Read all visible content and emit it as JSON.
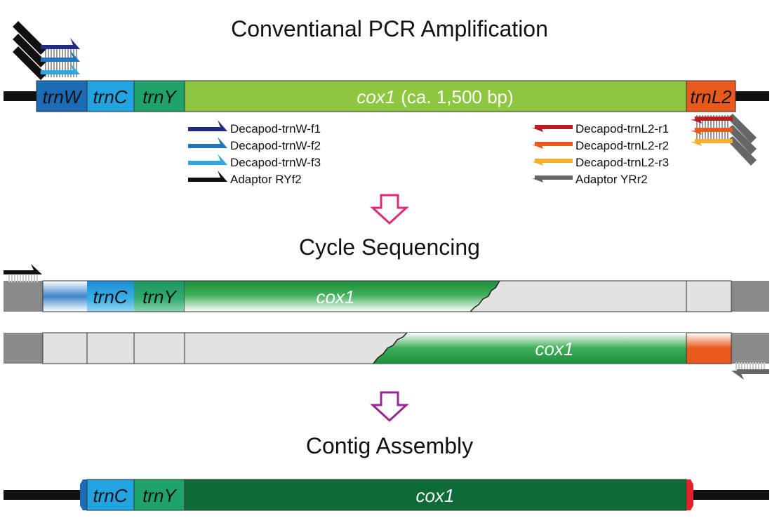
{
  "titles": {
    "pcr": "Conventianal PCR Amplification",
    "cycle": "Cycle Sequencing",
    "contig": "Contig Assembly"
  },
  "pcr": {
    "segments": {
      "trnW": "trnW",
      "trnC": "trnC",
      "trnY": "trnY",
      "cox1_italic": "cox1",
      "cox1_size": "(ca. 1,500 bp)",
      "trnL2": "trnL2"
    }
  },
  "legend_forward": [
    {
      "label": "Decapod-trnW-f1",
      "color": "#232C84"
    },
    {
      "label": "Decapod-trnW-f2",
      "color": "#1F74BC"
    },
    {
      "label": "Decapod-trnW-f3",
      "color": "#2EA8E0"
    },
    {
      "label": "Adaptor RYf2",
      "color": "#111111"
    }
  ],
  "legend_reverse": [
    {
      "label": "Decapod-trnL2-r1",
      "color": "#B61E24"
    },
    {
      "label": "Decapod-trnL2-r2",
      "color": "#E85A1C"
    },
    {
      "label": "Decapod-trnL2-r3",
      "color": "#F6AE2D"
    },
    {
      "label": "Adaptor YRr2",
      "color": "#666666"
    }
  ],
  "cycle": {
    "forward": {
      "trnC": "trnC",
      "trnY": "trnY",
      "cox1": "cox1"
    },
    "reverse": {
      "cox1": "cox1"
    }
  },
  "contig": {
    "trnC": "trnC",
    "trnY": "trnY",
    "cox1": "cox1"
  },
  "colors": {
    "trnW": "#1B6BB5",
    "trnC": "#22A4E0",
    "trnY": "#1FA36A",
    "cox1_pcr": "#8DC63F",
    "trnL2": "#E85A1C",
    "cox1_green": "#1E8E3E",
    "cox1_dark": "#0E6B38",
    "grey_block": "#8A8A8A",
    "light_grey": "#E2E2E2",
    "arrow_pink": "#E0297A",
    "arrow_purple": "#9A2696",
    "contig_red": "#E0232B"
  }
}
